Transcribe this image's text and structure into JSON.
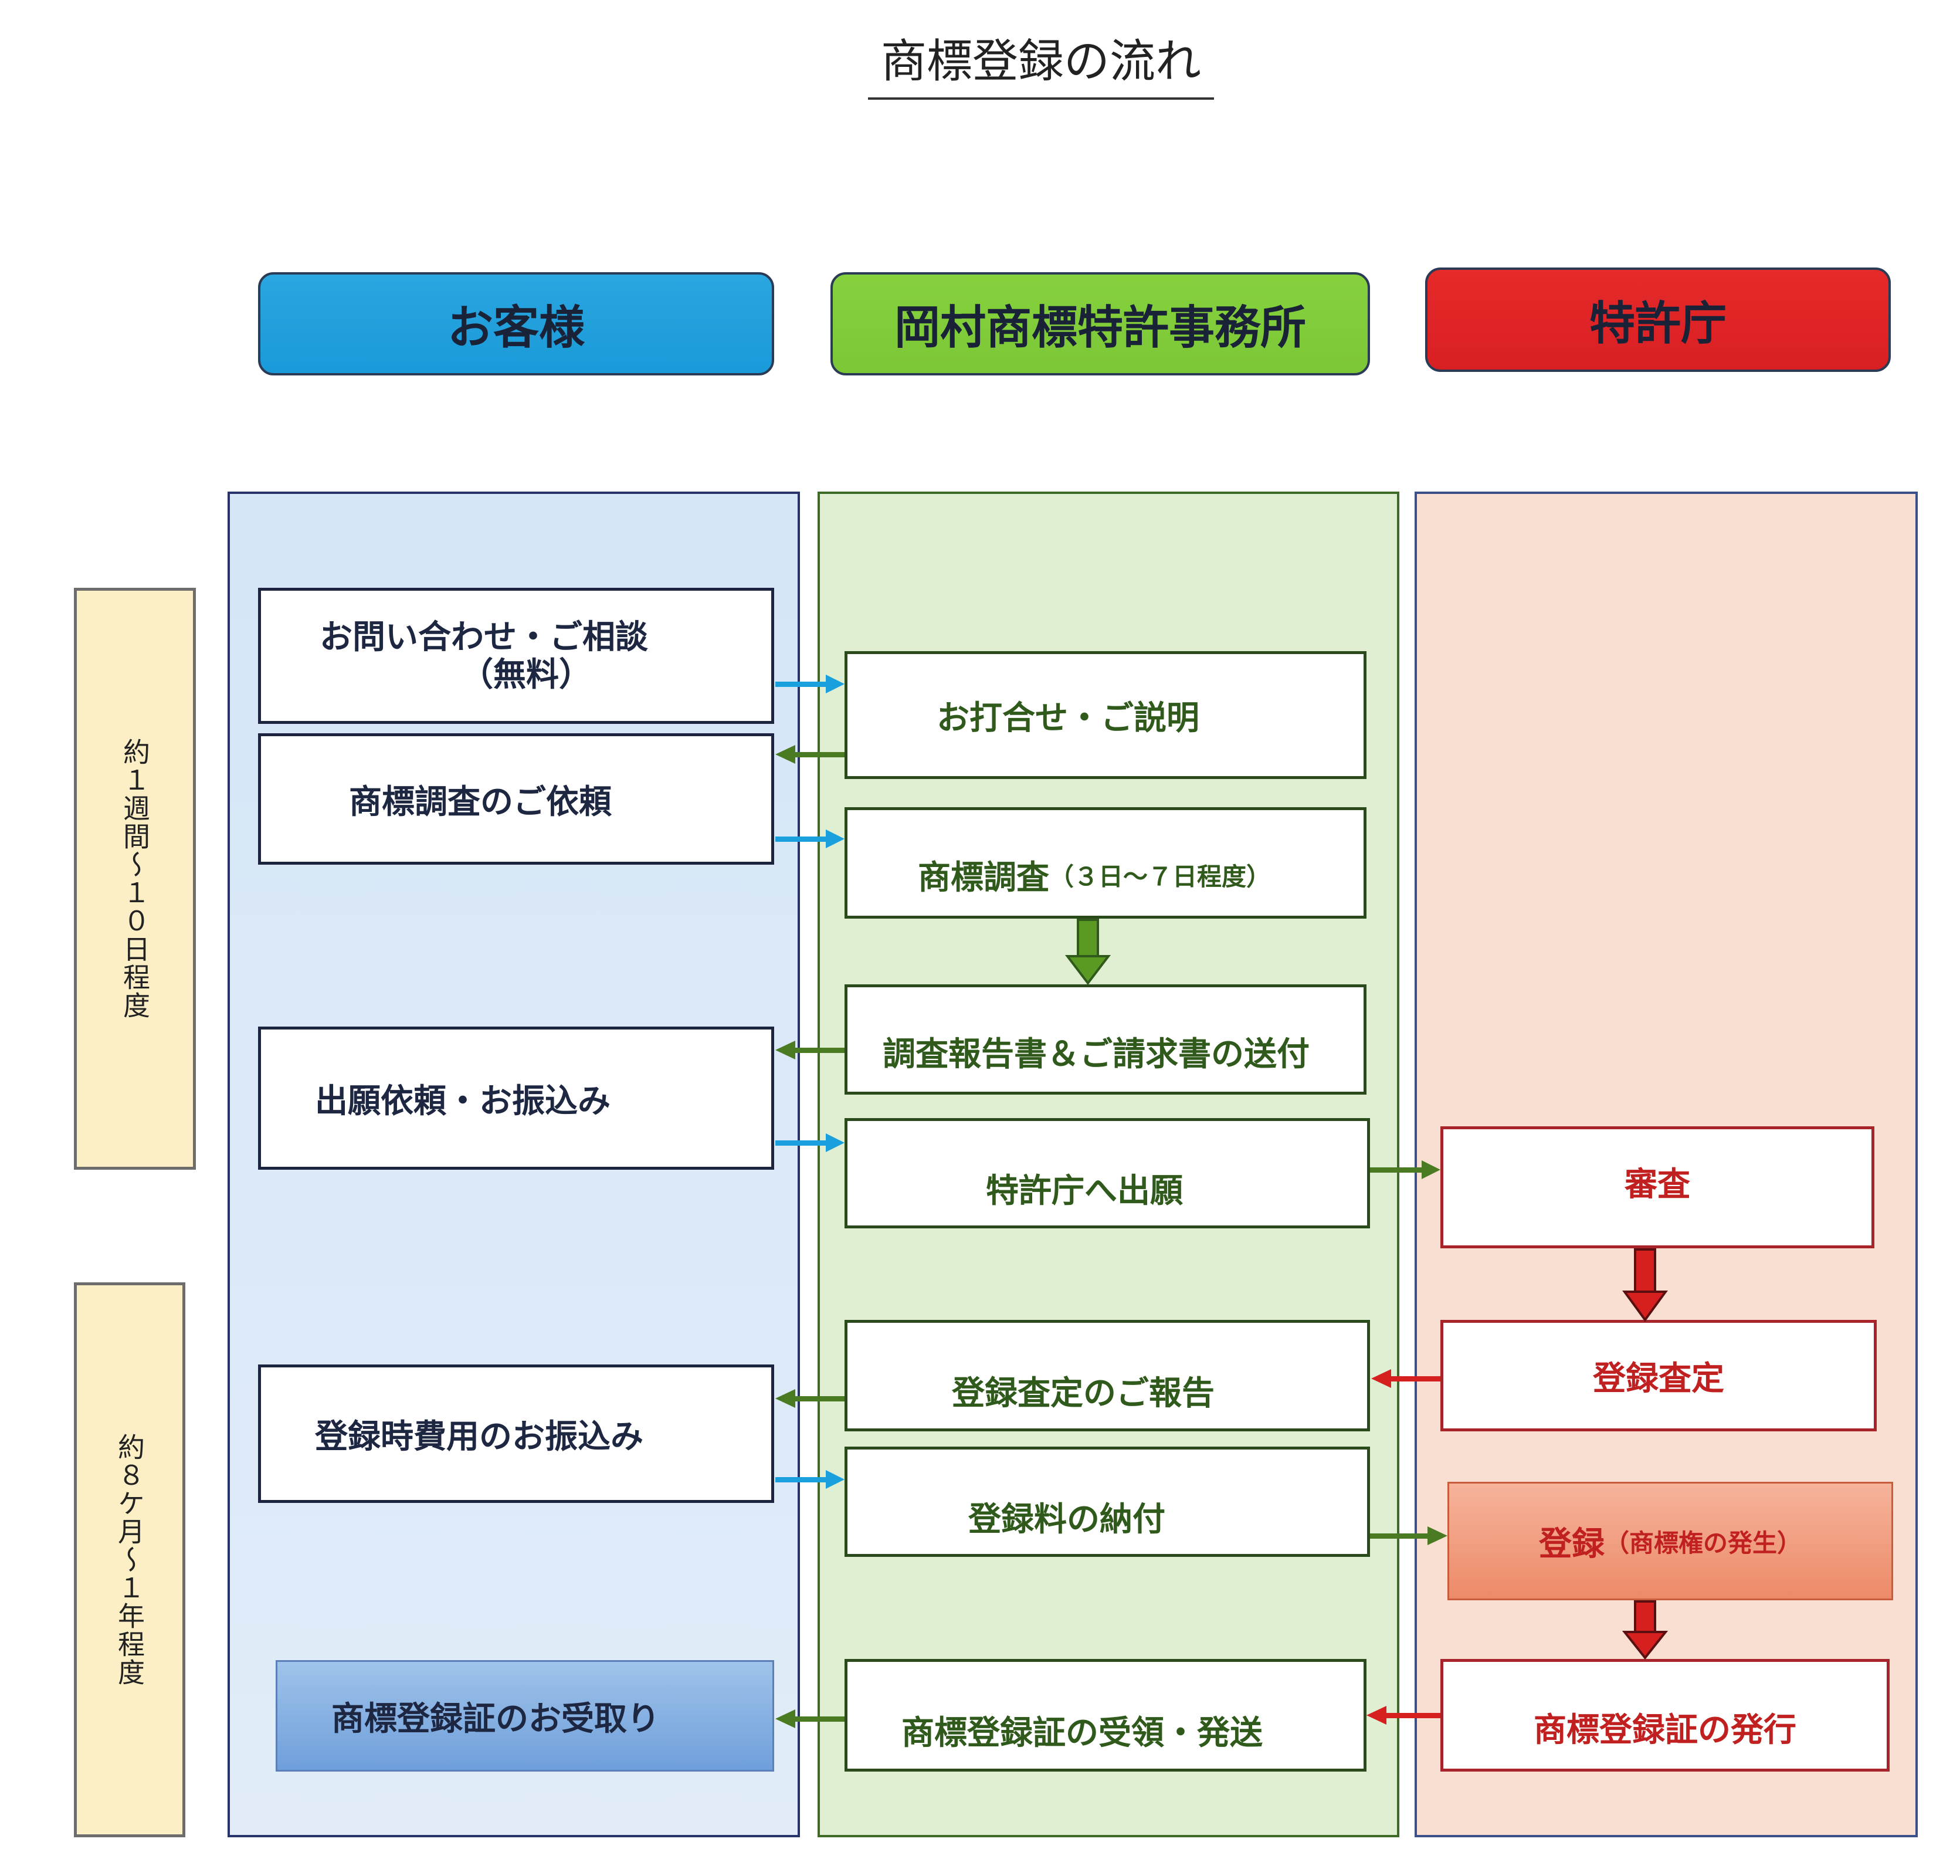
{
  "title": "商標登録の流れ",
  "headers": {
    "customer": "お客様",
    "office": "岡村商標特許事務所",
    "jpo": "特許庁"
  },
  "periods": {
    "first": "約１週間〜１０日程度",
    "second": "約８ケ月〜１年程度"
  },
  "customer_steps": {
    "inquiry_line1": "お問い合わせ・ご相談",
    "inquiry_line2": "（無料）",
    "search_request": "商標調査のご依頼",
    "application_request": "出願依頼・お振込み",
    "registration_payment": "登録時費用のお振込み",
    "certificate_receipt": "商標登録証のお受取り"
  },
  "office_steps": {
    "meeting": "お打合せ・ご説明",
    "search": "商標調査",
    "search_note": "（３日〜７日程度）",
    "report": "調査報告書＆ご請求書の送付",
    "filing": "特許庁へ出願",
    "decision_report": "登録査定のご報告",
    "fee_payment": "登録料の納付",
    "certificate_forward": "商標登録証の受領・発送"
  },
  "jpo_steps": {
    "examination": "審査",
    "decision": "登録査定",
    "registration": "登録",
    "registration_note": "（商標権の発生）",
    "certificate_issue": "商標登録証の発行"
  },
  "colors": {
    "customer_arrow": "#1aa0dc",
    "office_arrow": "#4a7a22",
    "jpo_arrow": "#d61f1f"
  }
}
